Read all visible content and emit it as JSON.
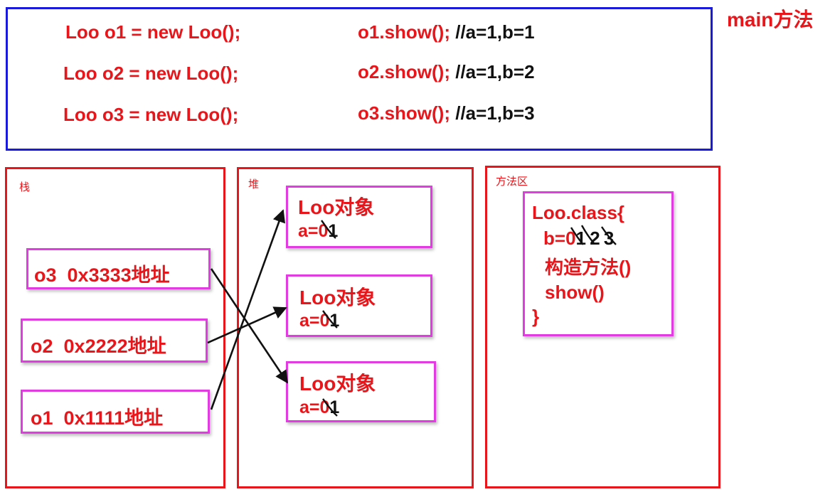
{
  "main_label": "main方法",
  "main_code": [
    {
      "decl": "Loo o1 = new Loo();",
      "call": "o1.show();",
      "comment": "//a=1,b=1"
    },
    {
      "decl": "Loo o2 = new Loo();",
      "call": "o2.show();",
      "comment": "//a=1,b=2"
    },
    {
      "decl": "Loo o3 = new Loo();",
      "call": "o3.show();",
      "comment": "//a=1,b=3"
    }
  ],
  "regions": {
    "stack": "栈",
    "heap": "堆",
    "method_area": "方法区"
  },
  "stack_items": [
    {
      "var": "o3",
      "addr": "0x3333地址"
    },
    {
      "var": "o2",
      "addr": "0x2222地址"
    },
    {
      "var": "o1",
      "addr": "0x1111地址"
    }
  ],
  "heap_objects": [
    {
      "title": "Loo对象",
      "field": "a=",
      "old": "0",
      "new": "1"
    },
    {
      "title": "Loo对象",
      "field": "a=",
      "old": "0",
      "new": "1"
    },
    {
      "title": "Loo对象",
      "field": "a=",
      "old": "0",
      "new": "1"
    }
  ],
  "class_box": {
    "header": "Loo.class{",
    "field_label": "b=",
    "field_old": "0",
    "field_v1": "1",
    "field_v2": "2",
    "field_new": "3",
    "ctor": "构造方法()",
    "method": "show()",
    "close": "}"
  },
  "colors": {
    "red": "#e8161b",
    "blue": "#1a1adc",
    "magenta": "#e03ce0"
  }
}
